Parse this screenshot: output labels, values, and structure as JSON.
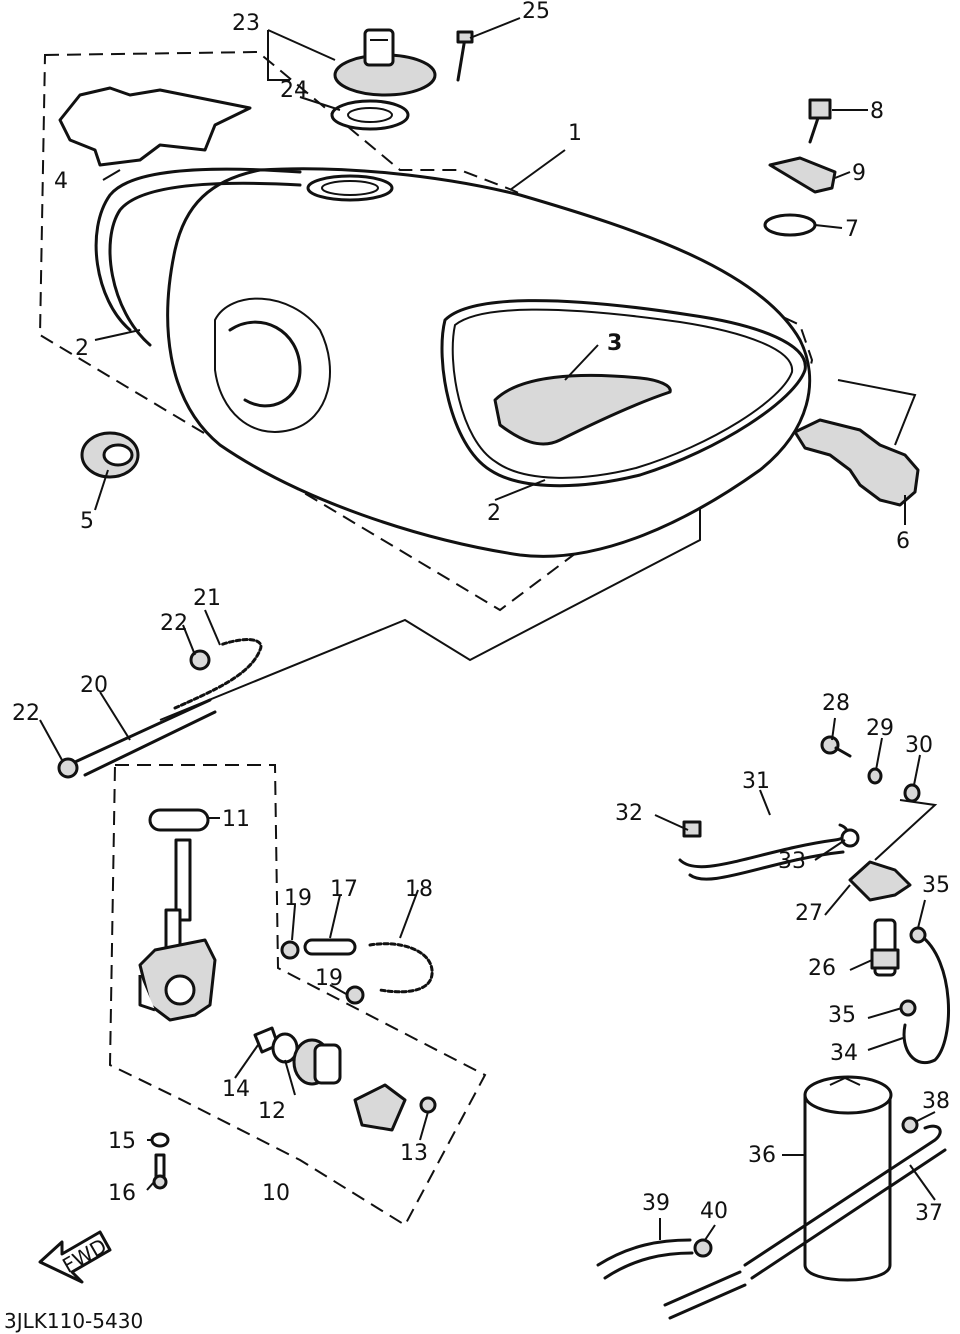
{
  "callouts": {
    "c1": "1",
    "c2a": "2",
    "c2b": "2",
    "c3": "3",
    "c4": "4",
    "c5": "5",
    "c6": "6",
    "c7": "7",
    "c8": "8",
    "c9": "9",
    "c10": "10",
    "c11": "11",
    "c12": "12",
    "c13": "13",
    "c14": "14",
    "c15": "15",
    "c16": "16",
    "c17": "17",
    "c18": "18",
    "c19a": "19",
    "c19b": "19",
    "c20": "20",
    "c21": "21",
    "c22a": "22",
    "c22b": "22",
    "c23": "23",
    "c24": "24",
    "c25": "25",
    "c26": "26",
    "c27": "27",
    "c28": "28",
    "c29": "29",
    "c30": "30",
    "c31": "31",
    "c32": "32",
    "c33": "33",
    "c34": "34",
    "c35a": "35",
    "c35b": "35",
    "c36": "36",
    "c37": "37",
    "c38": "38",
    "c39": "39",
    "c40": "40"
  },
  "arrow_label": "FWD",
  "drawing_code": "3JLK110-5430"
}
